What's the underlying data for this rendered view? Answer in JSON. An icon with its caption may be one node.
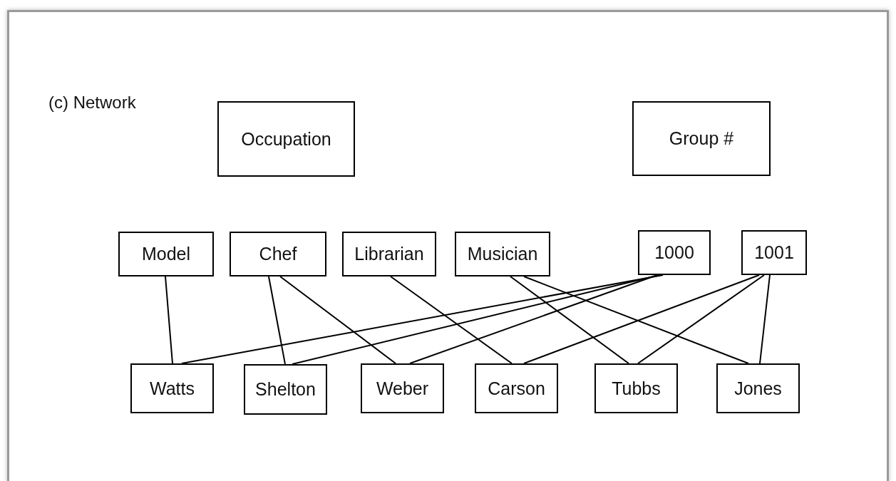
{
  "diagram": {
    "title": "(c) Network",
    "nodes": [
      {
        "text": [
          "Occupation"
        ]
      },
      {
        "text": [
          "Group #"
        ]
      },
      {
        "text": [
          "Model"
        ]
      },
      {
        "text": [
          "Chef"
        ]
      },
      {
        "text": [
          "Librarian"
        ]
      },
      {
        "text": [
          "Musician"
        ]
      },
      {
        "text": [
          "1000"
        ]
      },
      {
        "text": [
          "1001"
        ]
      },
      {
        "text": [
          "Watts"
        ]
      },
      {
        "text": [
          "Shelton"
        ]
      },
      {
        "text": [
          "Weber"
        ]
      },
      {
        "text": [
          "Carson"
        ]
      },
      {
        "text": [
          "Tubbs"
        ]
      },
      {
        "text": [
          "Jones"
        ]
      }
    ],
    "edges": [
      {
        "from": 2,
        "to": 8,
        "arrow": "none"
      },
      {
        "from": 3,
        "to": 9,
        "arrow": "none"
      },
      {
        "from": 3,
        "to": 10,
        "arrow": "none"
      },
      {
        "from": 4,
        "to": 11,
        "arrow": "none"
      },
      {
        "from": 5,
        "to": 12,
        "arrow": "none"
      },
      {
        "from": 5,
        "to": 13,
        "arrow": "none"
      },
      {
        "from": 6,
        "to": 8,
        "arrow": "none"
      },
      {
        "from": 6,
        "to": 9,
        "arrow": "none"
      },
      {
        "from": 6,
        "to": 10,
        "arrow": "none"
      },
      {
        "from": 7,
        "to": 11,
        "arrow": "none"
      },
      {
        "from": 7,
        "to": 12,
        "arrow": "none"
      },
      {
        "from": 7,
        "to": 13,
        "arrow": "none"
      }
    ]
  }
}
